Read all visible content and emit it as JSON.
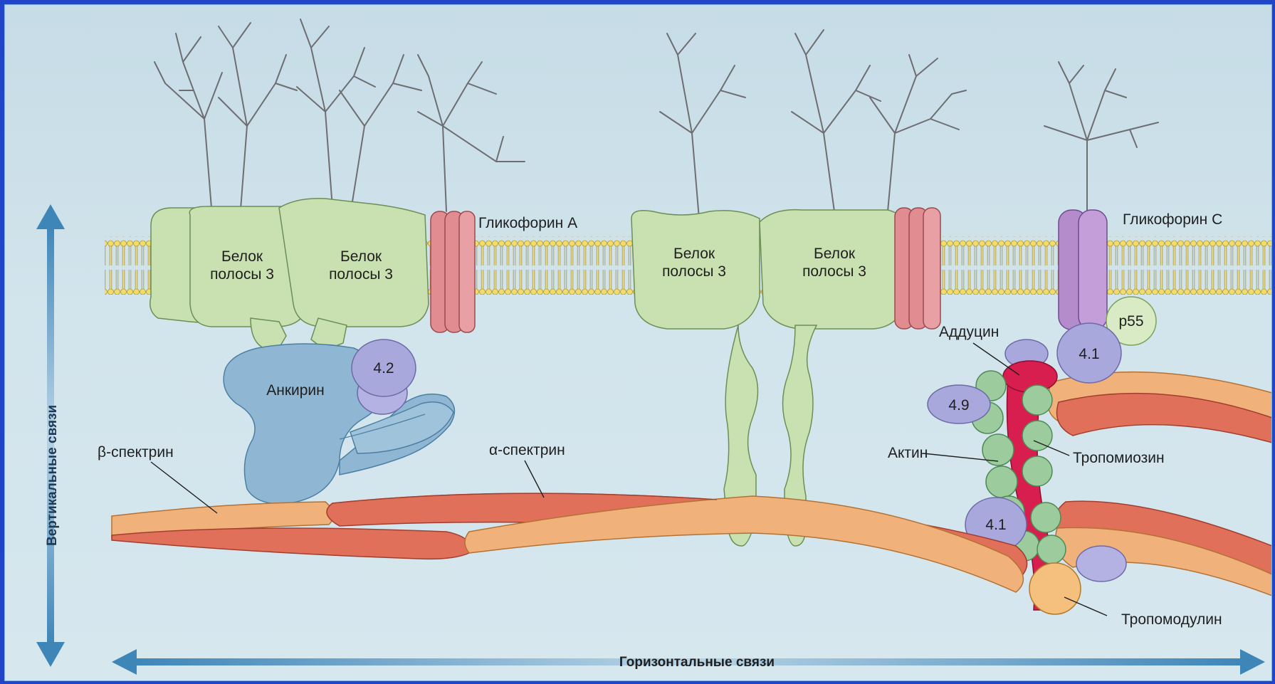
{
  "labels": {
    "glycophorin_a": "Гликофорин A",
    "glycophorin_c": "Гликофорин C",
    "band3_line1": "Белок",
    "band3_line2": "полосы 3",
    "ankyrin": "Анкирин",
    "protein_42": "4.2",
    "protein_41_top": "4.1",
    "protein_41_bottom": "4.1",
    "protein_49": "4.9",
    "p55": "p55",
    "adducin": "Аддуцин",
    "actin": "Актин",
    "tropomyosin": "Тропомиозин",
    "tropomodulin": "Тропомодулин",
    "beta_spectrin": "β-спектрин",
    "alpha_spectrin": "α-спектрин",
    "vertical_links": "Вертикальные связи",
    "horizontal_links": "Горизонтальные связи"
  },
  "colors": {
    "band3": "#c9e0b0",
    "glycophorin_a": "#e08c90",
    "glycophorin_c": "#b48ccc",
    "ankyrin": "#8fb7d3",
    "protein_small": "#a8a8dc",
    "p55": "#d8ebc4",
    "alpha_spectrin": "#e0705a",
    "beta_spectrin": "#f0b27a",
    "tropomyosin": "#d81e4e",
    "actin": "#9ccc9e",
    "tropomodulin": "#f5c07e",
    "arrow": "#3e85b8"
  }
}
